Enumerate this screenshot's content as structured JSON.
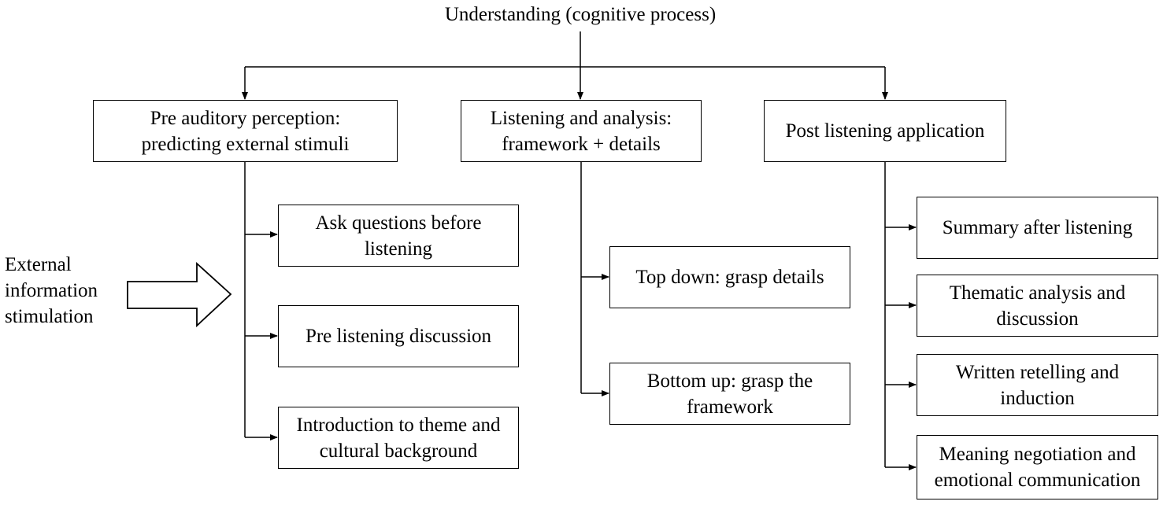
{
  "title": "Understanding (cognitive process)",
  "side_label": "External\ninformation\nstimulation",
  "columns": [
    {
      "header": "Pre auditory perception:\npredicting external stimuli",
      "items": [
        "Ask questions before\nlistening",
        "Pre listening discussion",
        "Introduction to theme and\ncultural background"
      ]
    },
    {
      "header": "Listening and analysis:\nframework + details",
      "items": [
        "Top down: grasp details",
        "Bottom up: grasp the\nframework"
      ]
    },
    {
      "header": "Post listening application",
      "items": [
        "Summary after listening",
        "Thematic analysis and\ndiscussion",
        "Written retelling and\ninduction",
        "Meaning negotiation and\nemotional communication"
      ]
    }
  ]
}
